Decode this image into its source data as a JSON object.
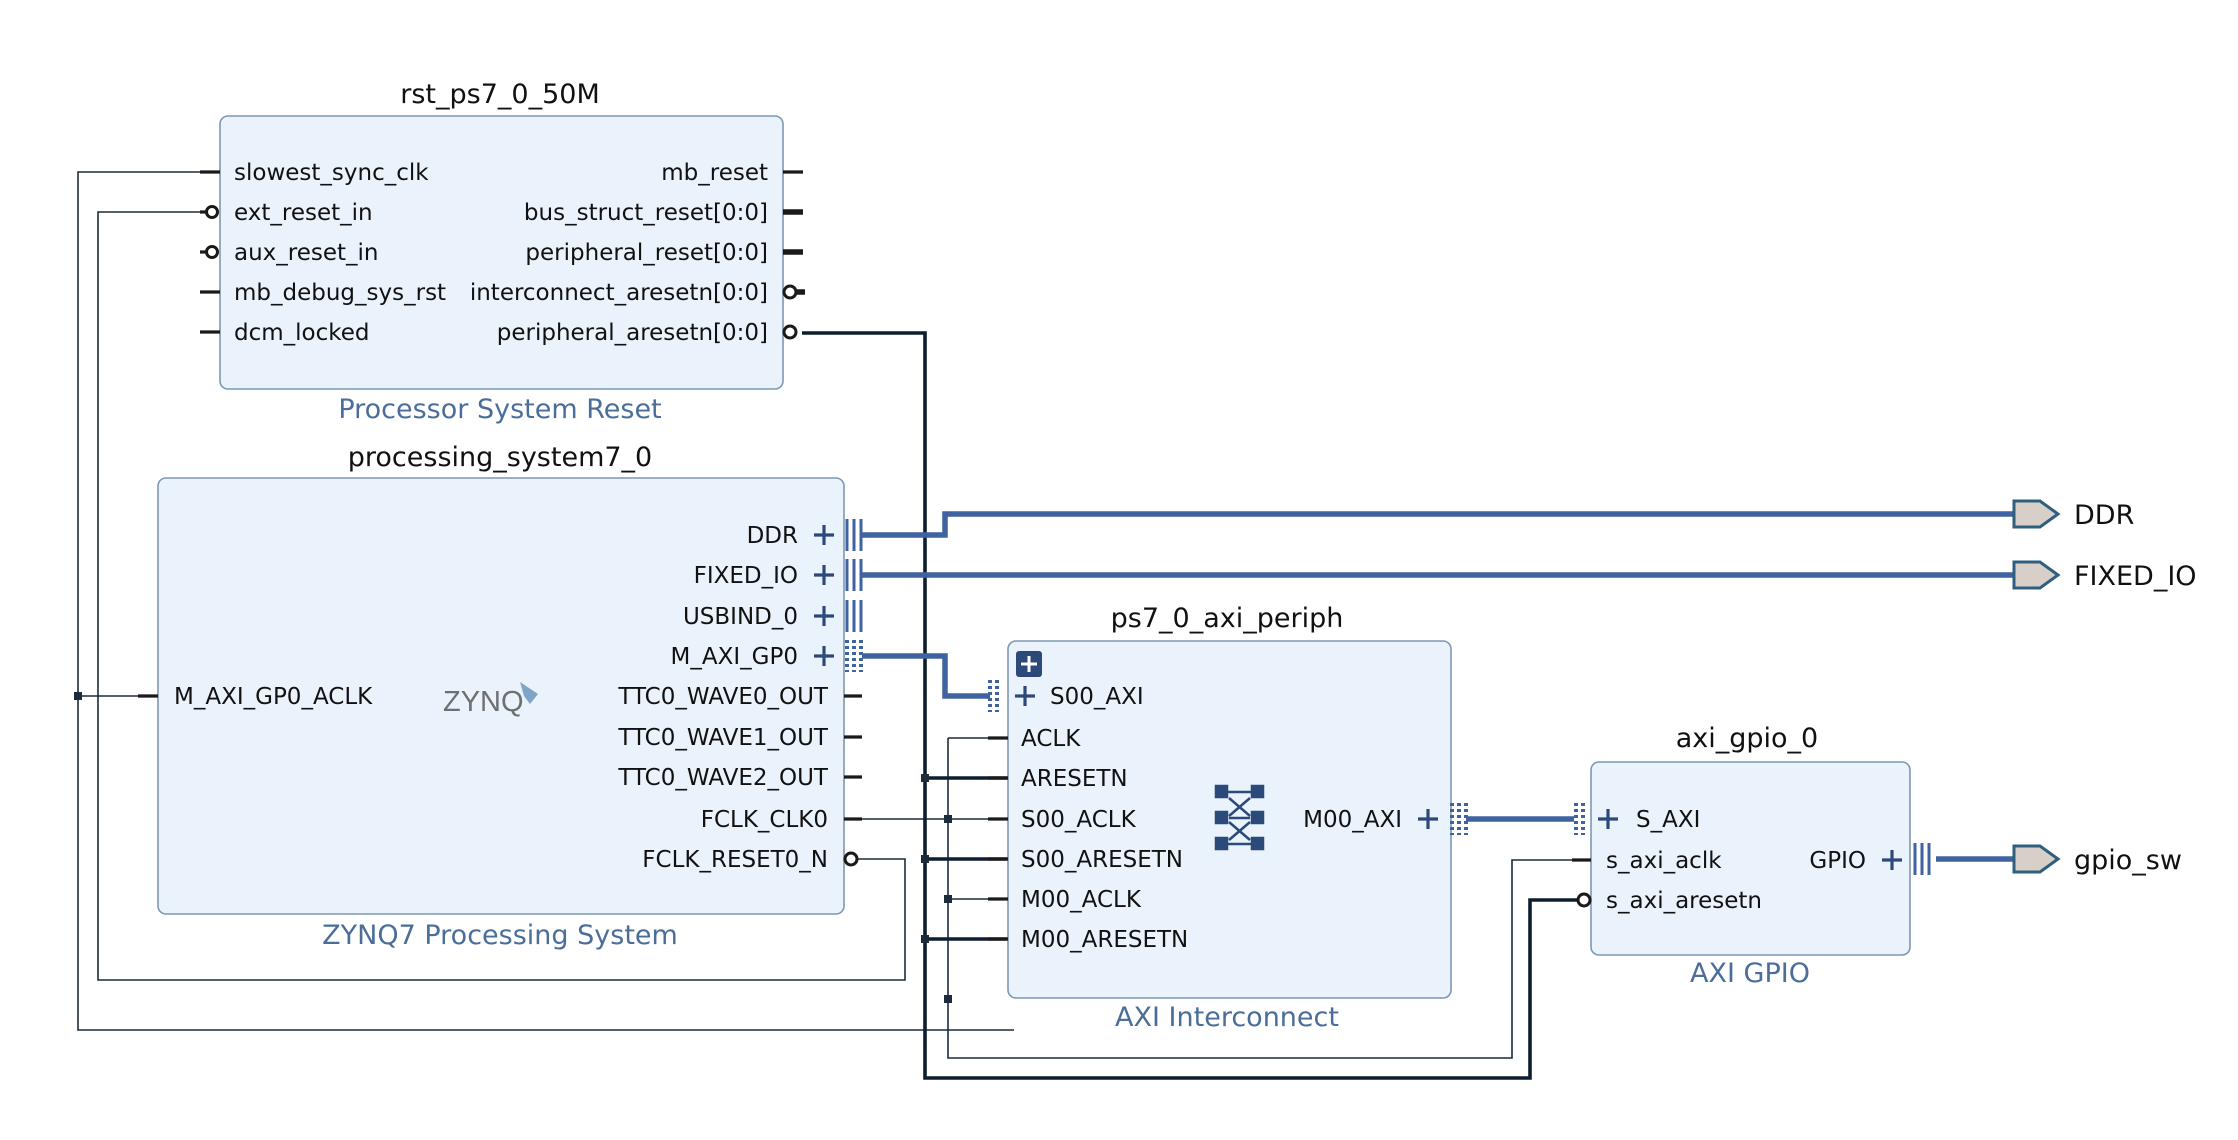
{
  "blocks": {
    "rst": {
      "name": "rst_ps7_0_50M",
      "subtitle": "Processor System Reset",
      "inputs": [
        "slowest_sync_clk",
        "ext_reset_in",
        "aux_reset_in",
        "mb_debug_sys_rst",
        "dcm_locked"
      ],
      "outputs": [
        "mb_reset",
        "bus_struct_reset[0:0]",
        "peripheral_reset[0:0]",
        "interconnect_aresetn[0:0]",
        "peripheral_aresetn[0:0]"
      ]
    },
    "ps7": {
      "name": "processing_system7_0",
      "subtitle": "ZYNQ7 Processing System",
      "logo": "ZYNQ",
      "inputs": [
        "M_AXI_GP0_ACLK"
      ],
      "outputs": [
        "DDR",
        "FIXED_IO",
        "USBIND_0",
        "M_AXI_GP0",
        "TTC0_WAVE0_OUT",
        "TTC0_WAVE1_OUT",
        "TTC0_WAVE2_OUT",
        "FCLK_CLK0",
        "FCLK_RESET0_N"
      ]
    },
    "periph": {
      "name": "ps7_0_axi_periph",
      "subtitle": "AXI Interconnect",
      "inputs": [
        "S00_AXI",
        "ACLK",
        "ARESETN",
        "S00_ACLK",
        "S00_ARESETN",
        "M00_ACLK",
        "M00_ARESETN"
      ],
      "outputs": [
        "M00_AXI"
      ]
    },
    "gpio": {
      "name": "axi_gpio_0",
      "subtitle": "AXI GPIO",
      "inputs": [
        "S_AXI",
        "s_axi_aclk",
        "s_axi_aresetn"
      ],
      "outputs": [
        "GPIO"
      ]
    }
  },
  "external_ports": [
    "DDR",
    "FIXED_IO",
    "gpio_sw"
  ],
  "colors": {
    "block_fill": "#eaf3fc",
    "block_border": "#7d98b3",
    "subtitle": "#4a6e99",
    "bus": "#3f62a0",
    "wire": "#1c2c3c"
  }
}
